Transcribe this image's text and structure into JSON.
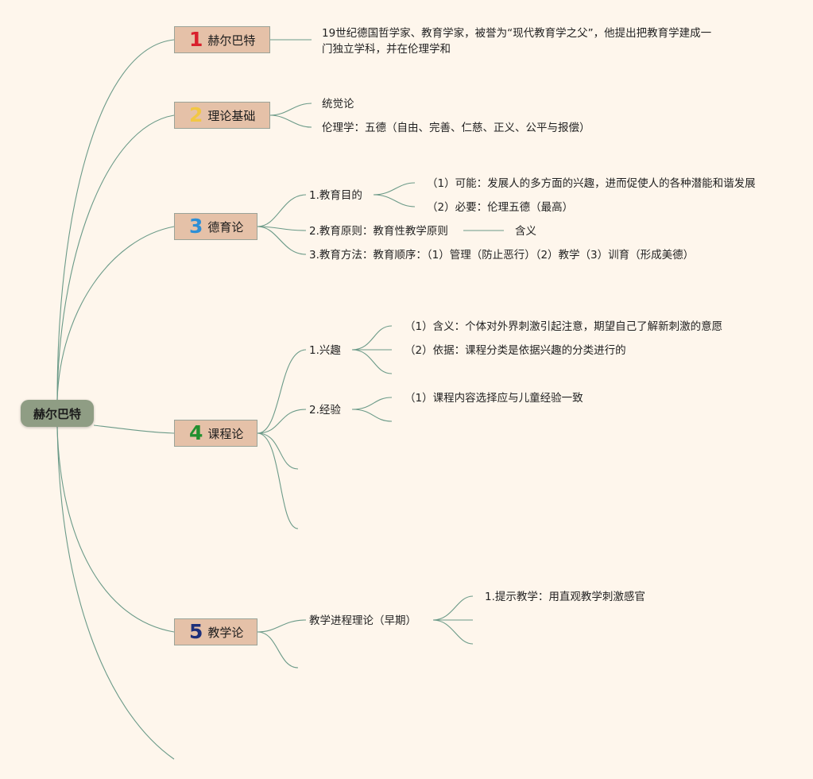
{
  "root": {
    "label": "赫尔巴特"
  },
  "branches": [
    {
      "num": "1",
      "label": "赫尔巴特",
      "color": "#d9202c",
      "text": "19世纪德国哲学家、教育学家，被誉为“现代教育学之父”，他提出把教育学建成一门独立学科，并在伦理学和"
    },
    {
      "num": "2",
      "label": "理论基础",
      "color": "#f2c744",
      "items": [
        "统觉论",
        "伦理学：五德（自由、完善、仁慈、正义、公平与报偿）"
      ]
    },
    {
      "num": "3",
      "label": "德育论",
      "color": "#2d8fd6",
      "aim": {
        "label": "1.教育目的",
        "items": [
          "（1）可能：发展人的多方面的兴趣，进而促使人的各种潜能和谐发展",
          "（2）必要：伦理五德（最高）"
        ]
      },
      "principle": {
        "label": "2.教育原则：教育性教学原则",
        "child": "含义"
      },
      "method": "3.教育方法：教育顺序：（1）管理（防止恶行）（2）教学（3）训育（形成美德）"
    },
    {
      "num": "4",
      "label": "课程论",
      "color": "#22902f",
      "interest": {
        "label": "1.兴趣",
        "items": [
          "（1）含义：个体对外界刺激引起注意，期望自己了解新刺激的意愿",
          "（2）依据：课程分类是依据兴趣的分类进行的"
        ]
      },
      "experience": {
        "label": "2.经验",
        "items": [
          "（1）课程内容选择应与儿童经验一致"
        ]
      }
    },
    {
      "num": "5",
      "label": "教学论",
      "color": "#1d2f7a",
      "progress": {
        "label": "教学进程理论（早期）",
        "items": [
          "1.提示教学：用直观教学刺激感官"
        ]
      }
    }
  ],
  "colors": {
    "background": "#fef6ec",
    "root_fill": "#8f9d84",
    "branch_fill": "#e5c1a8",
    "link": "#6b9a88"
  }
}
